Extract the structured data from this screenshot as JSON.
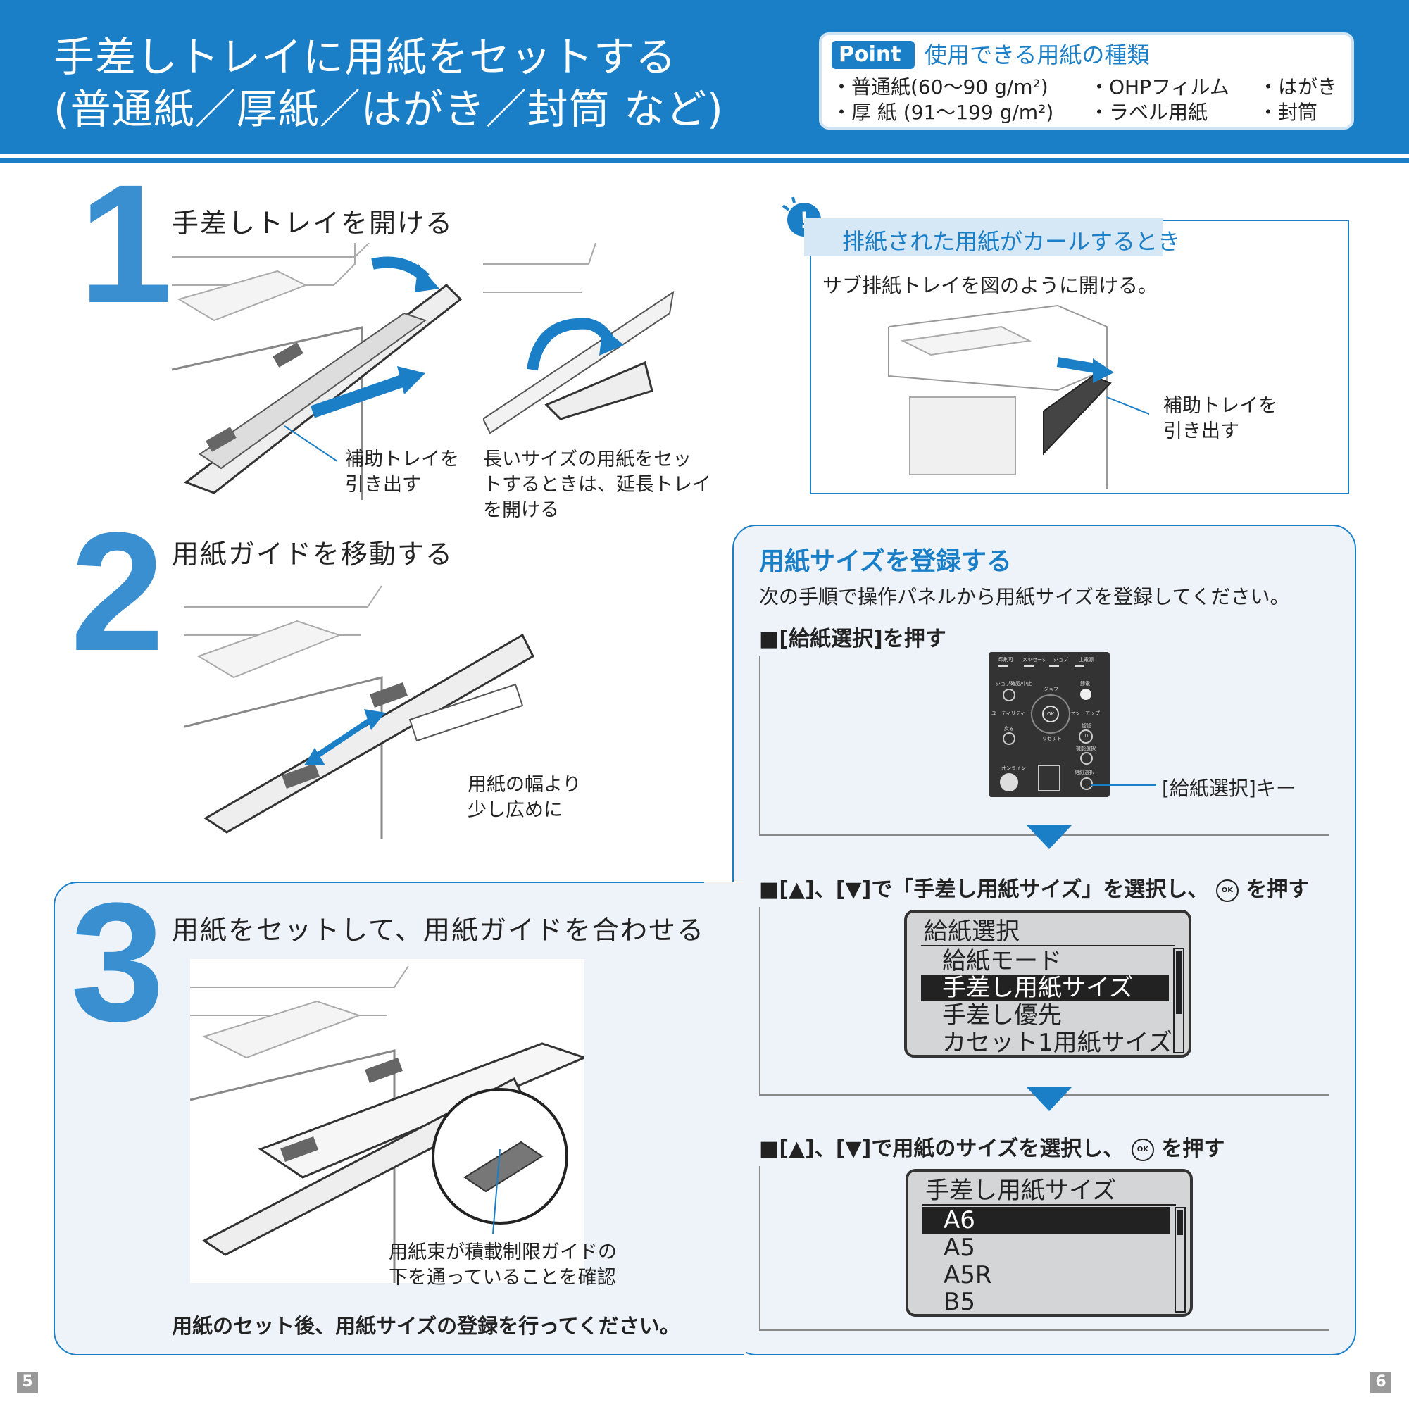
{
  "header": {
    "title_line1": "手差しトレイに用紙をセットする",
    "title_line2": "(普通紙／厚紙／はがき／封筒 など)",
    "point": {
      "badge": "Point ▸▸",
      "heading": "使用できる用紙の種類",
      "items": [
        "・普通紙(60～90 g/m²)",
        "・OHPフィルム",
        "・はがき",
        "・厚 紙 (91～199 g/m²)",
        "・ラベル用紙",
        "・封筒"
      ]
    }
  },
  "step1": {
    "number": "1",
    "title": "手差しトレイを開ける",
    "caption_a_line1": "補助トレイを",
    "caption_a_line2": "引き出す",
    "caption_b_line1": "長いサイズの用紙をセッ",
    "caption_b_line2": "トするときは、延長トレイ",
    "caption_b_line3": "を開ける"
  },
  "step2": {
    "number": "2",
    "title": "用紙ガイドを移動する",
    "caption_line1": "用紙の幅より",
    "caption_line2": "少し広めに"
  },
  "step3": {
    "number": "3",
    "title": "用紙をセットして、用紙ガイドを合わせる",
    "caption_line1": "用紙束が積載制限ガイドの",
    "caption_line2": "下を通っていることを確認",
    "note": "用紙のセット後、用紙サイズの登録を行ってください。"
  },
  "curl_tip": {
    "heading": "排紙された用紙がカールするとき",
    "body": "サブ排紙トレイを図のように開ける。",
    "caption_line1": "補助トレイを",
    "caption_line2": "引き出す"
  },
  "size_register": {
    "title": "用紙サイズを登録する",
    "intro": "次の手順で操作パネルから用紙サイズを登録してください。",
    "step_a": "■[給紙選択]を押す",
    "key_caption": "[給紙選択]キー",
    "panel_labels": {
      "top": [
        "印刷可",
        "メッセージ",
        "ジョブ",
        "主電源"
      ],
      "job_confirm": "ジョブ確認/中止",
      "job": "ジョブ",
      "power_save": "節電",
      "utility": "ユーティリティー",
      "setup": "セットアップ",
      "ok": "OK",
      "back": "戻る",
      "reset": "リセット",
      "auth": "認証",
      "id": "ID",
      "function": "機能選択",
      "online": "オンライン",
      "paper_select": "給紙選択"
    },
    "step_b_prefix": "■[▲]、[▼]で「手差し用紙サイズ」を選択し、",
    "step_b_suffix": "を押す",
    "lcd1": {
      "title": "給紙選択",
      "rows": [
        "給紙モード",
        "手差し用紙サイズ",
        "手差し優先",
        "カセット1用紙サイズ"
      ],
      "selected_index": 1
    },
    "step_c_prefix": "■[▲]、[▼]で用紙のサイズを選択し、",
    "step_c_suffix": "を押す",
    "ok_icon_label": "OK",
    "lcd2": {
      "title": "手差し用紙サイズ",
      "rows": [
        "A6",
        "A5",
        "A5R",
        "B5"
      ],
      "selected_index": 0
    }
  },
  "page_left": "5",
  "page_right": "6",
  "colors": {
    "accent": "#1b7fc7",
    "step_number": "#3a8fd0",
    "panel_bg": "#edf3f9"
  }
}
